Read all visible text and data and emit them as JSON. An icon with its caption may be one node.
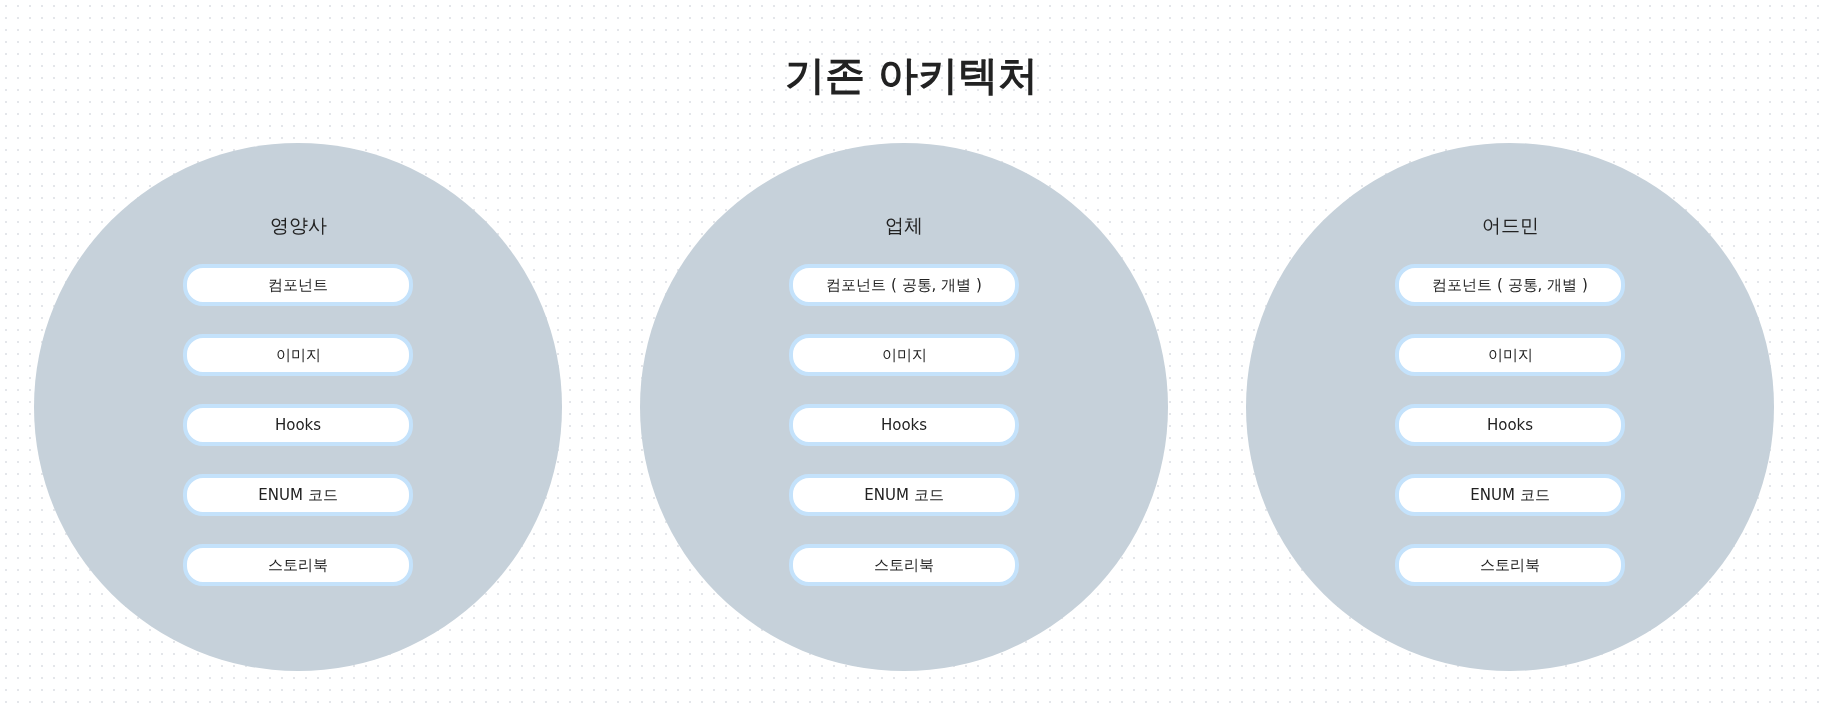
{
  "diagram": {
    "title": "기존 아키텍처",
    "nodes": [
      {
        "text": [
          "영양사"
        ]
      },
      {
        "text": [
          "컴포넌트"
        ],
        "in": 0
      },
      {
        "text": [
          "이미지"
        ],
        "in": 0
      },
      {
        "text": [
          "Hooks"
        ],
        "in": 0
      },
      {
        "text": [
          "ENUM 코드"
        ],
        "in": 0
      },
      {
        "text": [
          "스토리북"
        ],
        "in": 0
      },
      {
        "text": [
          "업체"
        ]
      },
      {
        "text": [
          "컴포넌트 ( 공통, 개별 )"
        ],
        "in": 6
      },
      {
        "text": [
          "이미지"
        ],
        "in": 6
      },
      {
        "text": [
          "Hooks"
        ],
        "in": 6
      },
      {
        "text": [
          "ENUM 코드"
        ],
        "in": 6
      },
      {
        "text": [
          "스토리북"
        ],
        "in": 6
      },
      {
        "text": [
          "어드민"
        ]
      },
      {
        "text": [
          "컴포넌트 ( 공통, 개별 )"
        ],
        "in": 12
      },
      {
        "text": [
          "이미지"
        ],
        "in": 12
      },
      {
        "text": [
          "Hooks"
        ],
        "in": 12
      },
      {
        "text": [
          "ENUM 코드"
        ],
        "in": 12
      },
      {
        "text": [
          "스토리북"
        ],
        "in": 12
      }
    ]
  }
}
